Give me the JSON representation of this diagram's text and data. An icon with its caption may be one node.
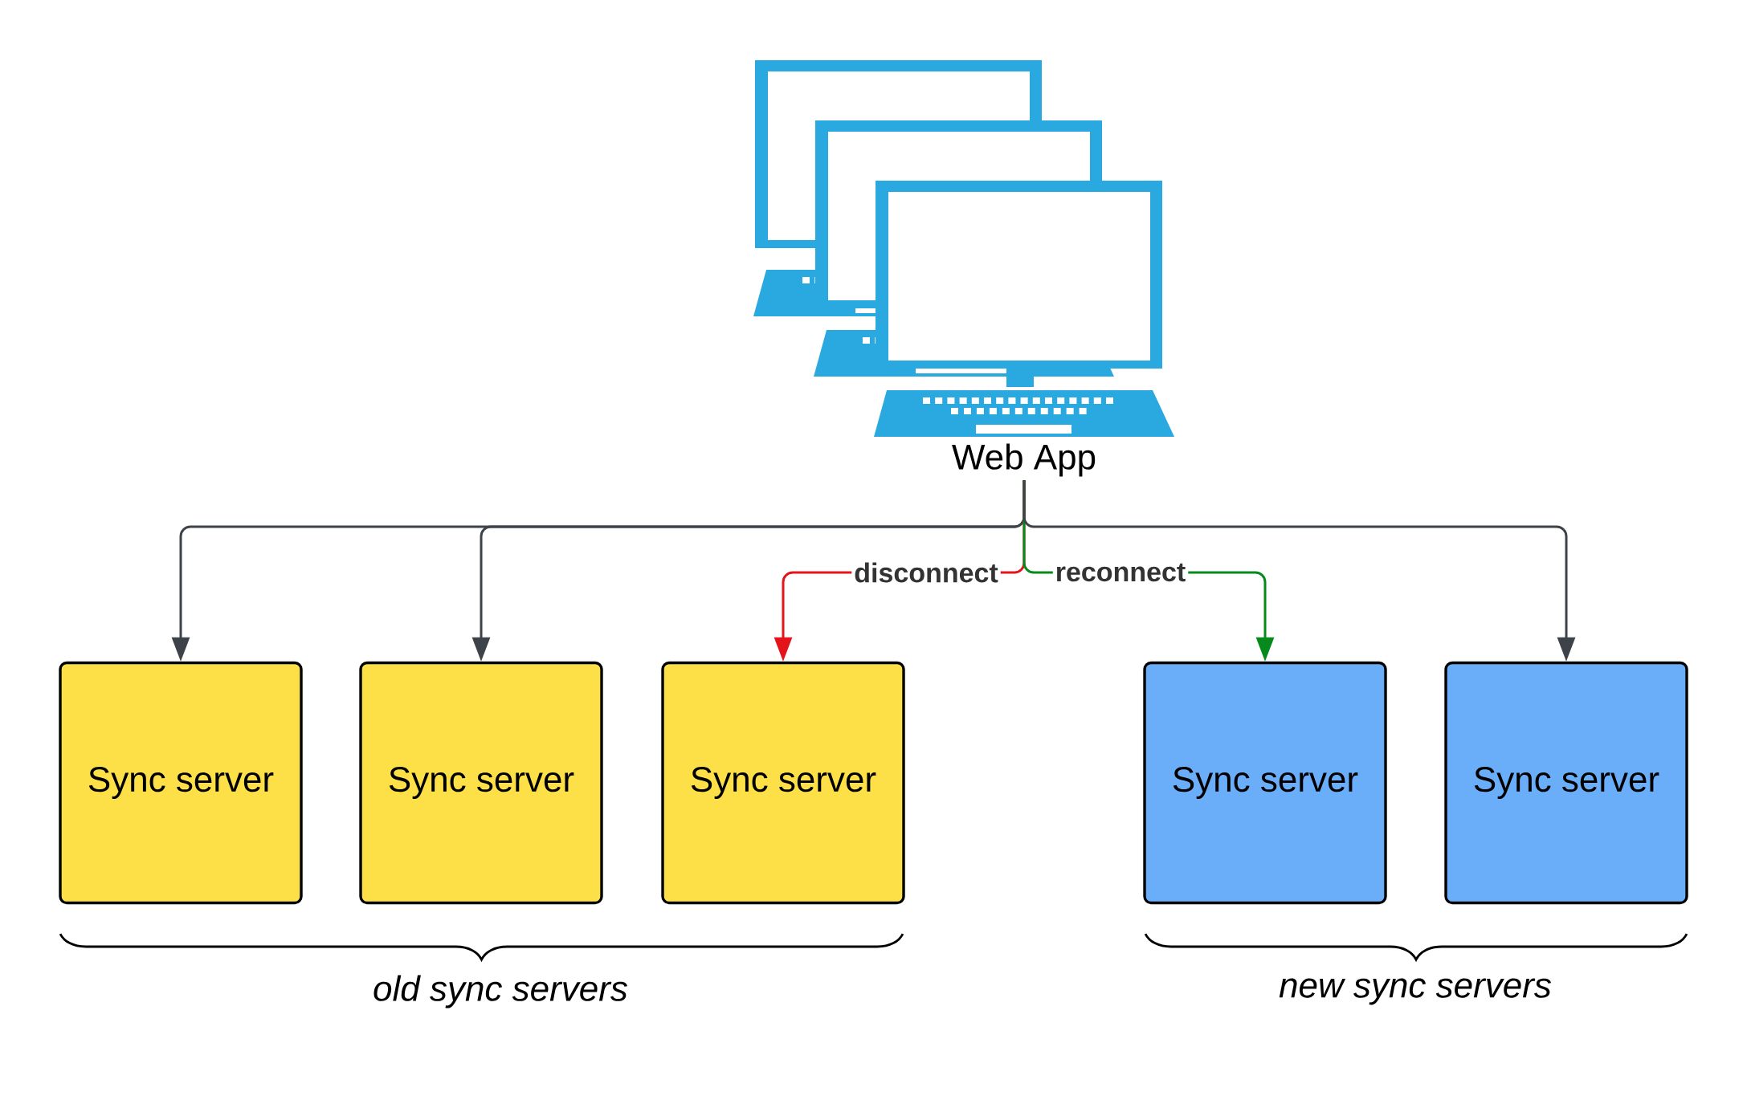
{
  "diagram": {
    "nodes": [
      {
        "text": [
          "Web App"
        ]
      },
      {
        "text": [
          "Sync server"
        ]
      },
      {
        "text": [
          "Sync server"
        ]
      },
      {
        "text": [
          "Sync server"
        ]
      },
      {
        "text": [
          "Sync server"
        ]
      },
      {
        "text": [
          "Sync server"
        ]
      }
    ],
    "edges": [
      {
        "from": 0,
        "to": 1,
        "arrow": "to"
      },
      {
        "from": 0,
        "to": 2,
        "arrow": "to"
      },
      {
        "from": 0,
        "to": 3,
        "arrow": "to",
        "label": "disconnect",
        "color": "#e3141a"
      },
      {
        "from": 0,
        "to": 4,
        "arrow": "to",
        "label": "reconnect",
        "color": "#078a1c"
      },
      {
        "from": 0,
        "to": 5,
        "arrow": "to"
      }
    ],
    "labels": [
      "old sync servers",
      "new sync servers"
    ]
  }
}
